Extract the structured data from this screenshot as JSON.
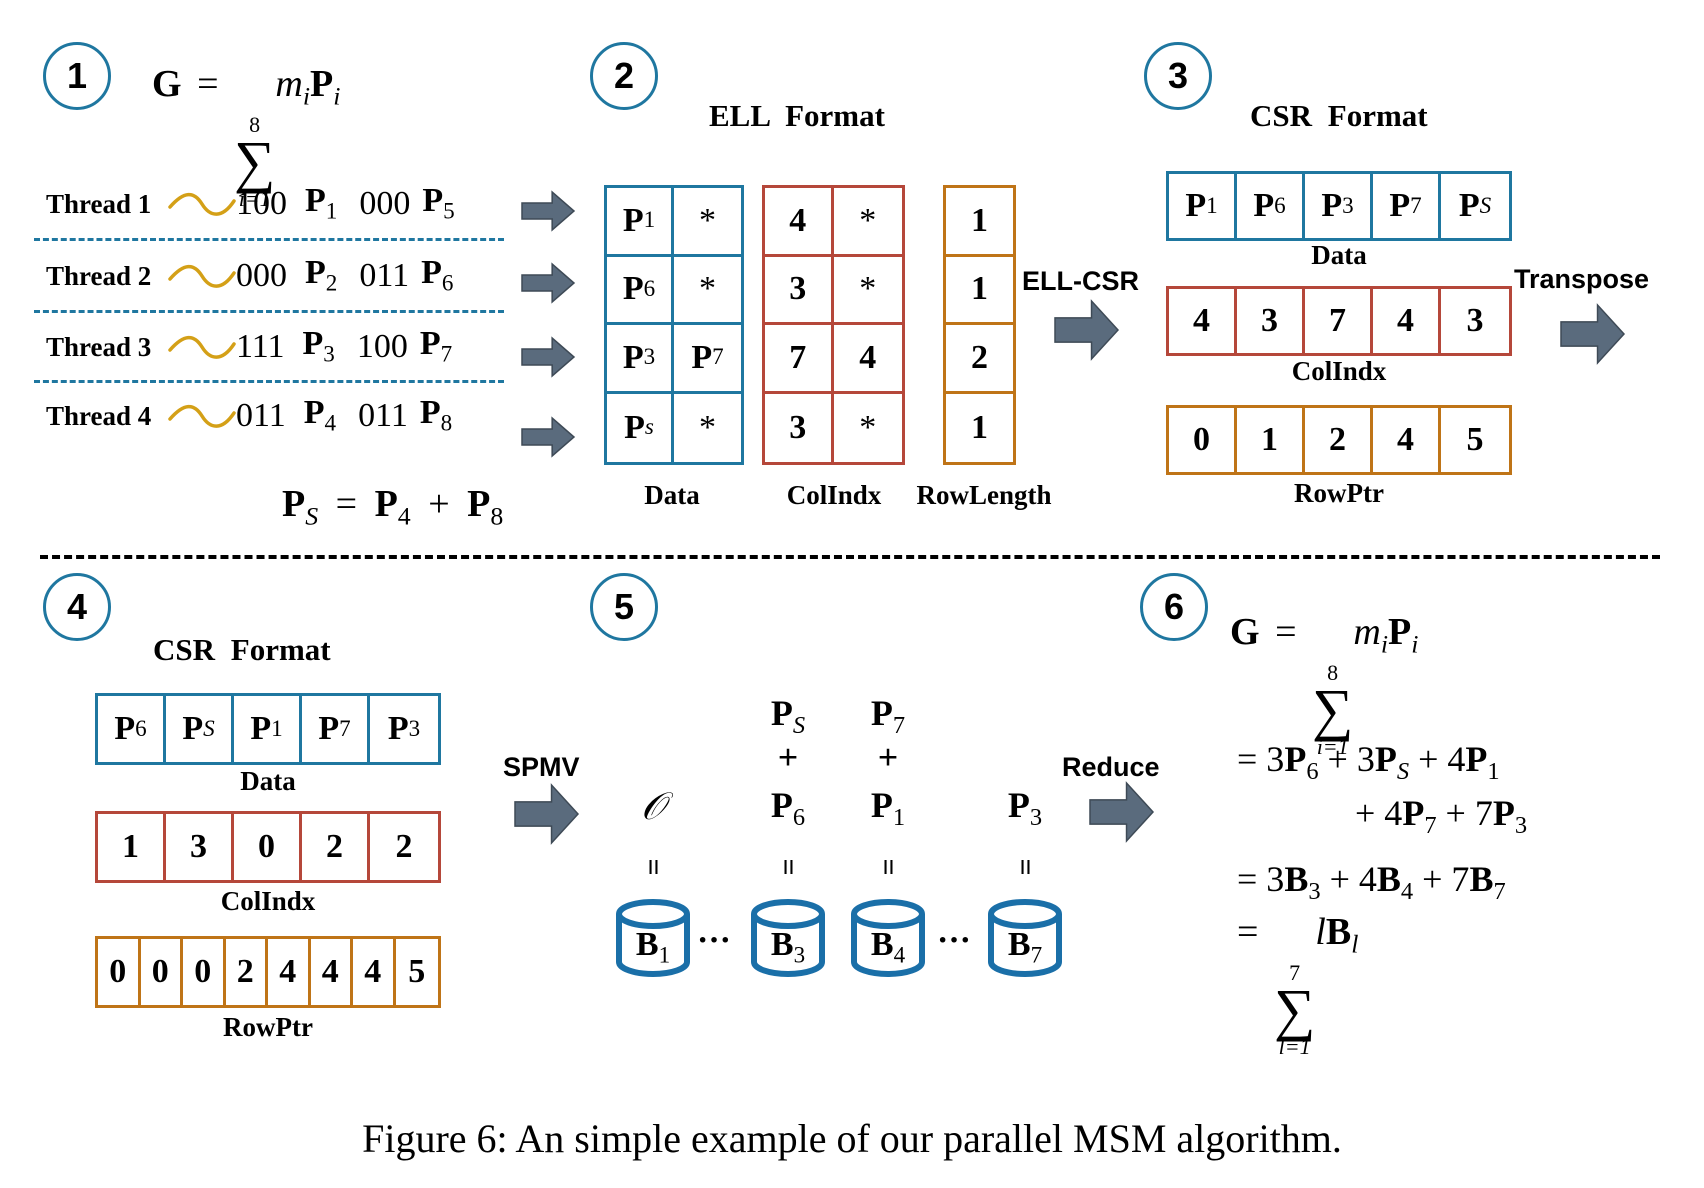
{
  "colors": {
    "blue": "#1f77a0",
    "red": "#b5473a",
    "orange": "#bf7417",
    "arrow_fill": "#5a6b7d",
    "wave": "#d4a017"
  },
  "steps": [
    "1",
    "2",
    "3",
    "4",
    "5",
    "6"
  ],
  "step1": {
    "formula": {
      "lhs": "G",
      "eq": "=",
      "sum_upper": "8",
      "sum_lower": "i=1",
      "term_m": "m",
      "term_sub_i": "i",
      "term_P": "P",
      "term_P_sub": "i"
    },
    "threads": [
      {
        "name": "Thread 1",
        "bits_a": "100",
        "point_a_sub": "1",
        "bits_b": "000",
        "point_b_sub": "5"
      },
      {
        "name": "Thread 2",
        "bits_a": "000",
        "point_a_sub": "2",
        "bits_b": "011",
        "point_b_sub": "6"
      },
      {
        "name": "Thread 3",
        "bits_a": "111",
        "point_a_sub": "3",
        "bits_b": "100",
        "point_b_sub": "7"
      },
      {
        "name": "Thread 4",
        "bits_a": "011",
        "point_a_sub": "4",
        "bits_b": "011",
        "point_b_sub": "8"
      }
    ],
    "ps_eq": {
      "lhs_sub": "S",
      "eq": "=",
      "a_sub": "4",
      "plus": "+",
      "b_sub": "8"
    }
  },
  "step2": {
    "title": "ELL Format",
    "data": [
      [
        "P|1",
        "*"
      ],
      [
        "P|6",
        "*"
      ],
      [
        "P|3",
        "P|7"
      ],
      [
        "P|s",
        "*"
      ]
    ],
    "colindx": [
      [
        "4",
        "*"
      ],
      [
        "3",
        "*"
      ],
      [
        "7",
        "4"
      ],
      [
        "3",
        "*"
      ]
    ],
    "rowlength": [
      "1",
      "1",
      "2",
      "1"
    ],
    "labels": {
      "data": "Data",
      "colindx": "ColIndx",
      "rowlength": "RowLength"
    },
    "arrow_label": "ELL-CSR"
  },
  "step3": {
    "title": "CSR Format",
    "data": [
      "P|1",
      "P|6",
      "P|3",
      "P|7",
      "P|S"
    ],
    "colindx": [
      "4",
      "3",
      "7",
      "4",
      "3"
    ],
    "rowptr": [
      "0",
      "1",
      "2",
      "4",
      "5"
    ],
    "labels": {
      "data": "Data",
      "colindx": "ColIndx",
      "rowptr": "RowPtr"
    },
    "arrow_label": "Transpose"
  },
  "step4": {
    "title": "CSR Format",
    "data": [
      "P|6",
      "P|S",
      "P|1",
      "P|7",
      "P|3"
    ],
    "colindx": [
      "1",
      "3",
      "0",
      "2",
      "2"
    ],
    "rowptr": [
      "0",
      "0",
      "0",
      "2",
      "4",
      "4",
      "4",
      "5"
    ],
    "labels": {
      "data": "Data",
      "colindx": "ColIndx",
      "rowptr": "RowPtr"
    },
    "arrow_label": "SPMV"
  },
  "step5": {
    "buckets": [
      {
        "label_sub": "1",
        "terms": [
          "O"
        ]
      },
      {
        "label_sub": "3",
        "terms": [
          "P|S",
          "+",
          "P|6"
        ]
      },
      {
        "label_sub": "4",
        "terms": [
          "P|7",
          "+",
          "P|1"
        ]
      },
      {
        "label_sub": "7",
        "terms": [
          "P|3"
        ]
      }
    ],
    "equals": "=",
    "ellipsis": "···",
    "arrow_label": "Reduce"
  },
  "step6": {
    "line1": {
      "lhs": "G",
      "eq": "=",
      "sum_upper": "8",
      "sum_lower": "i=1"
    },
    "line2": "= 3P₆ + 3P_S + 4P₁",
    "line3": "+ 4P₇ + 7P₃",
    "line4": "= 3B₃ + 4B₄ + 7B₇",
    "line5": {
      "eq": "=",
      "sum_upper": "7",
      "sum_lower": "l=1",
      "term": "lB_l"
    }
  },
  "caption": "Figure 6:  An simple example of our parallel MSM algorithm."
}
